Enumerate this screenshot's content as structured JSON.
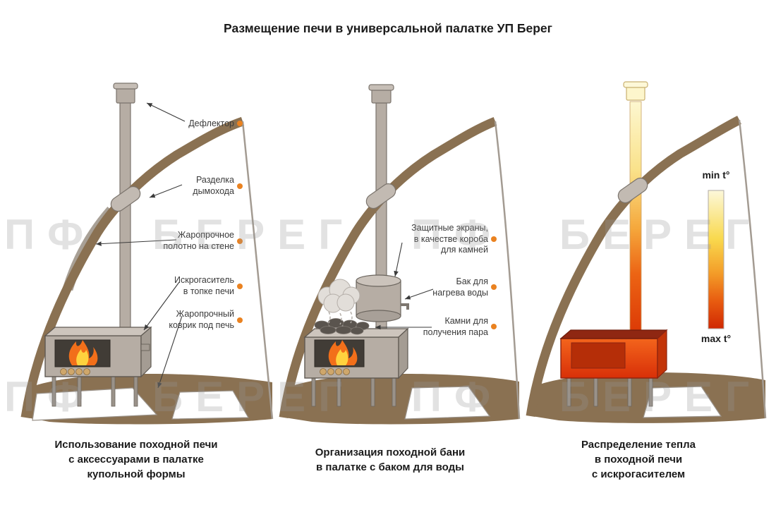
{
  "title": "Размещение печи в универсальной палатке УП Берег",
  "watermark": {
    "text": "ПФ БЕРЕГ ПФ БЕРЕГ"
  },
  "colors": {
    "tent_fabric": "#8a7152",
    "accent_dot": "#ea8220",
    "metal_grey": "#b6ada4",
    "flame_orange": "#f26f1a",
    "heat_min": "#fcf8da",
    "heat_max": "#d02802"
  },
  "panels": [
    {
      "caption": "Использование походной печи\nс аксессуарами в палатке\nкупольной формы",
      "labels": [
        {
          "text": "Дефлектор"
        },
        {
          "text": "Разделка\nдымохода"
        },
        {
          "text": "Жаропрочное\nполотно на стене"
        },
        {
          "text": "Искрогаситель\nв топке печи"
        },
        {
          "text": "Жаропрочный\nковрик под печь"
        }
      ]
    },
    {
      "caption": "Организация походной бани\nв палатке с баком для воды",
      "labels": [
        {
          "text": "Защитные экраны,\nв качестве короба\nдля камней"
        },
        {
          "text": "Бак для\nнагрева воды"
        },
        {
          "text": "Камни для\nполучения пара"
        }
      ]
    },
    {
      "caption": "Распределение тепла\nв походной печи\nс искрогасителем",
      "legend": {
        "min": "min t°",
        "max": "max t°"
      }
    }
  ]
}
